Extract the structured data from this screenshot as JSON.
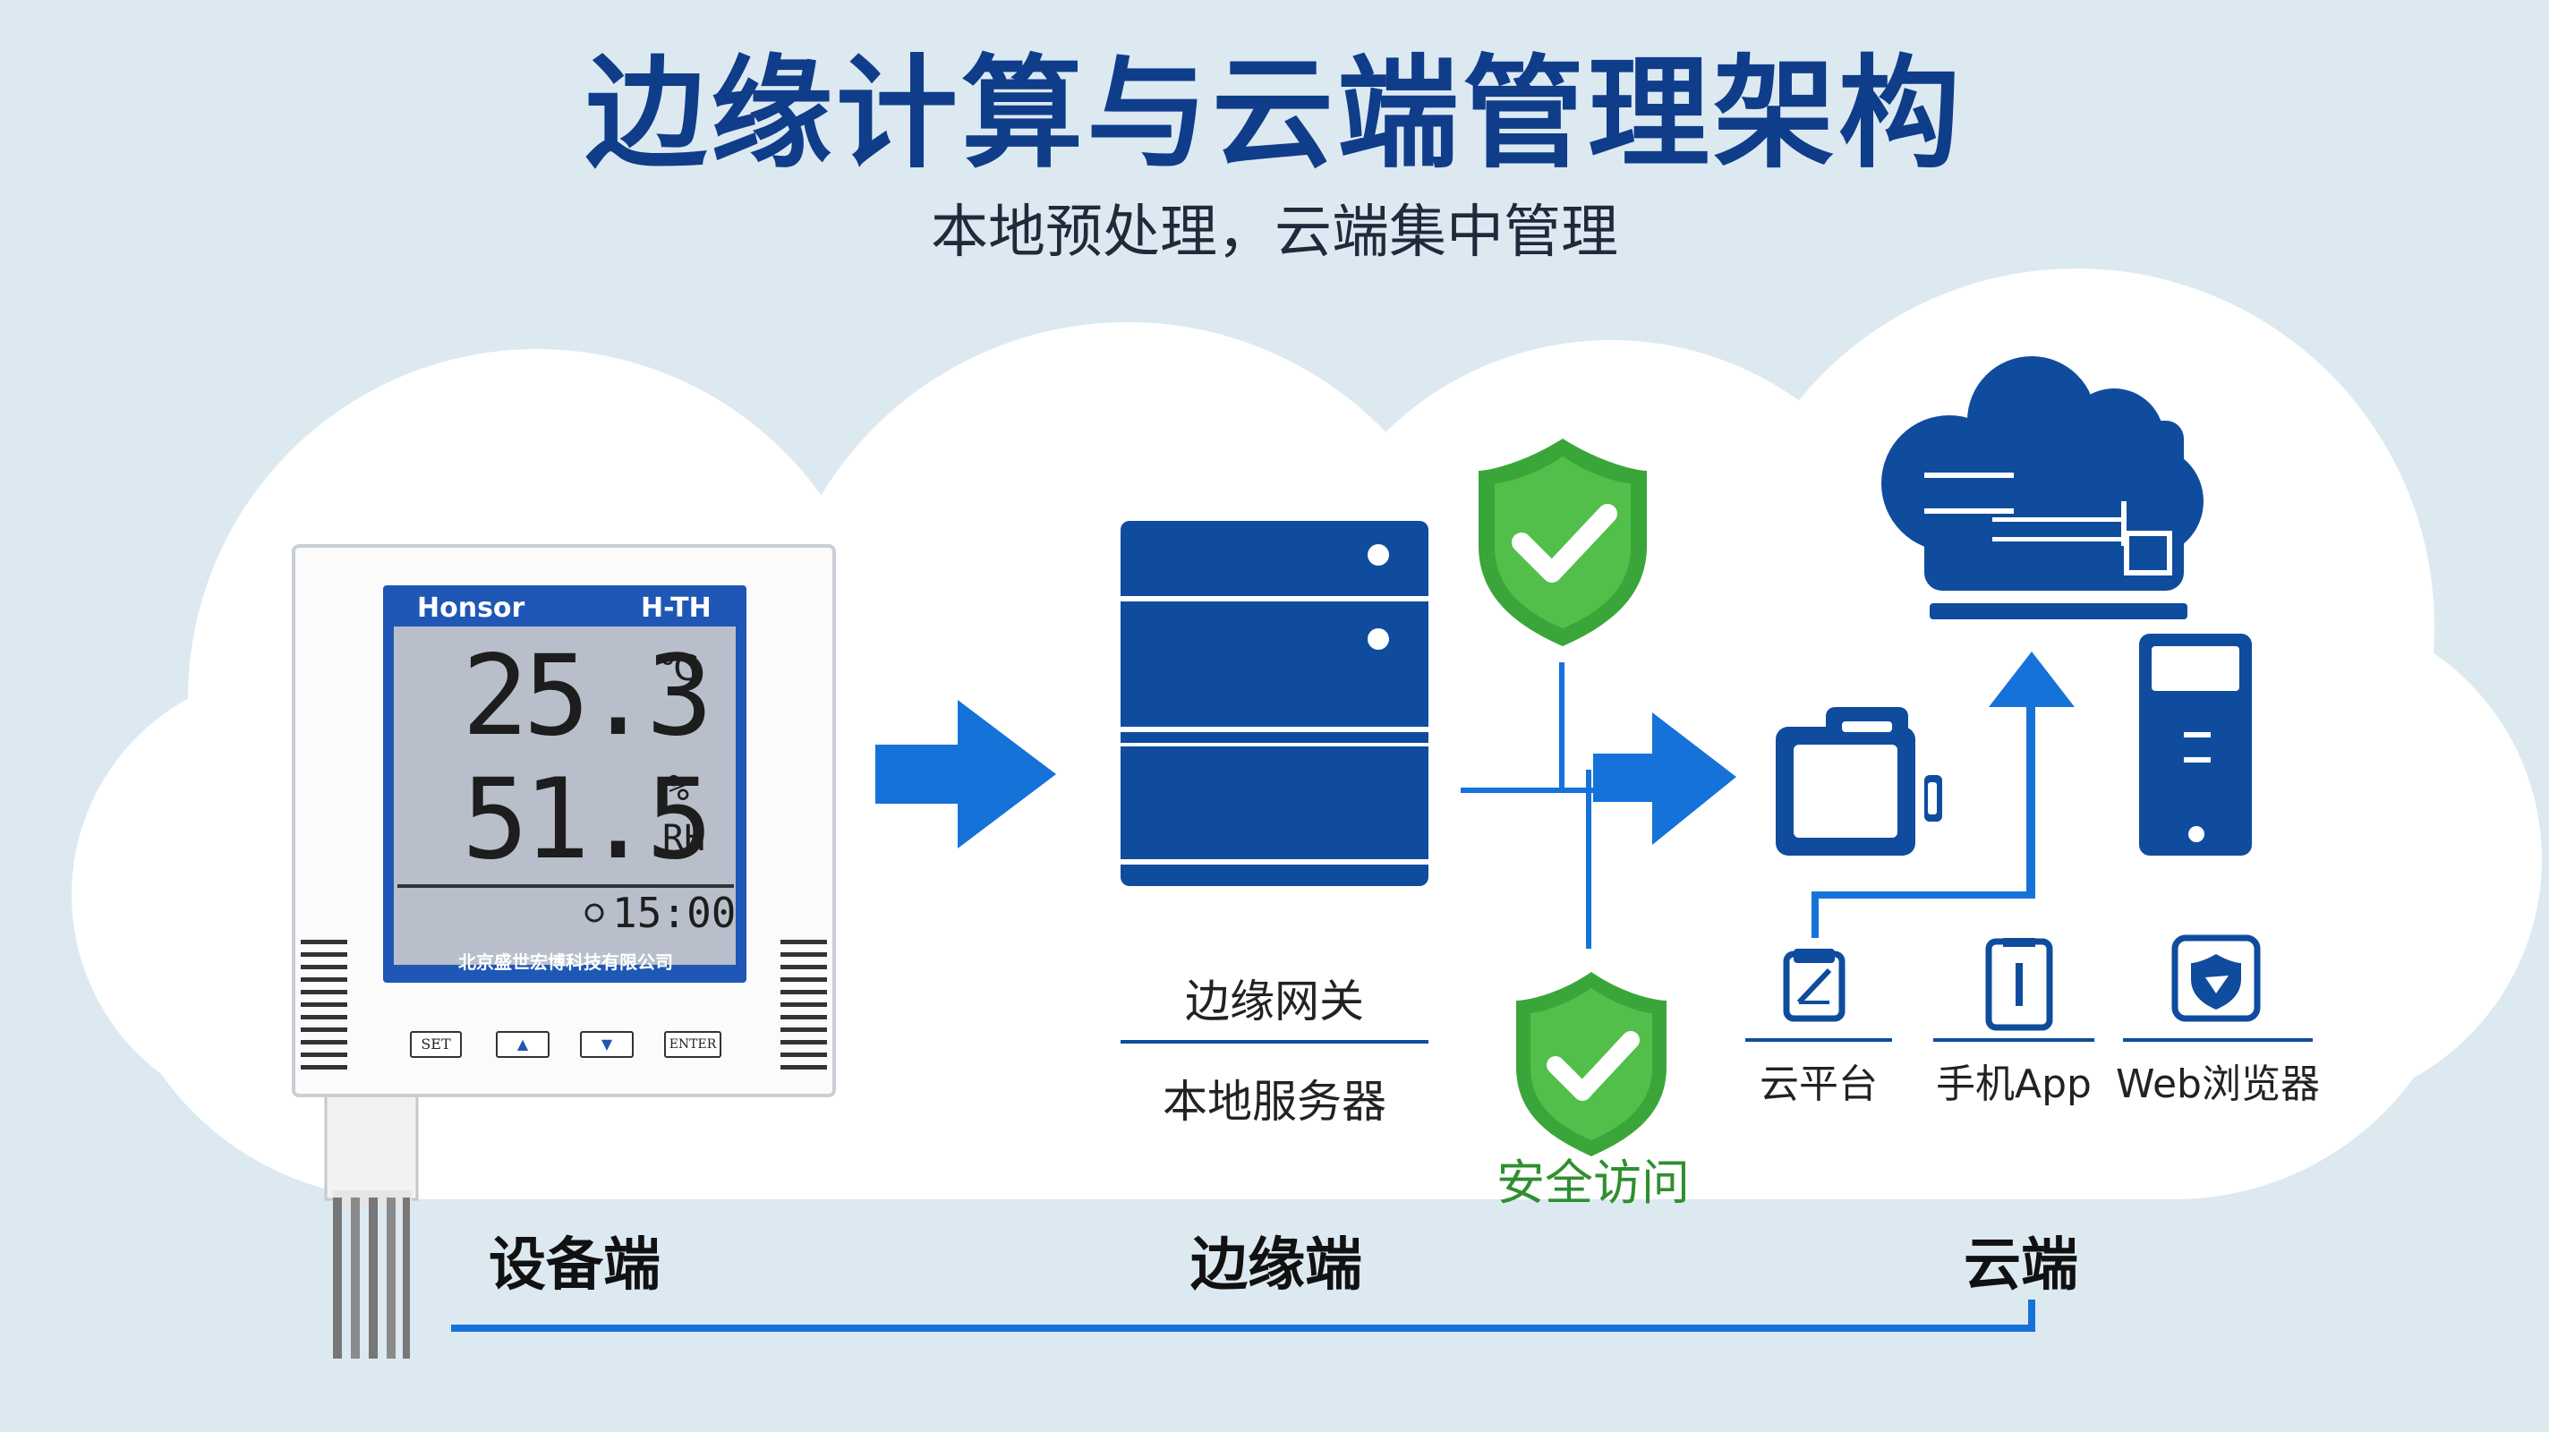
{
  "header": {
    "title": "边缘计算与云端管理架构",
    "subtitle": "本地预处理，云端集中管理"
  },
  "device": {
    "brand": "Honsor",
    "model": "H-TH",
    "temperature": "25.3",
    "temp_unit": "℃",
    "humidity": "51.5",
    "hum_unit_top": "%",
    "hum_unit_bottom": "RH",
    "time": "15:00",
    "company": "北京盛世宏博科技有限公司",
    "buttons": [
      "SET",
      "▲",
      "▼",
      "ENTER"
    ]
  },
  "edge": {
    "label_top": "边缘网关",
    "label_bottom": "本地服务器",
    "security_label": "安全访问"
  },
  "cloud": {
    "items": [
      "云平台",
      "手机App",
      "Web浏览器"
    ]
  },
  "stages": [
    "设备端",
    "边缘端",
    "云端"
  ],
  "colors": {
    "primary_blue": "#0f4c9e",
    "arrow_blue": "#1572d8",
    "shield_green": "#3aa63a",
    "title_blue": "#0f3d8a"
  }
}
